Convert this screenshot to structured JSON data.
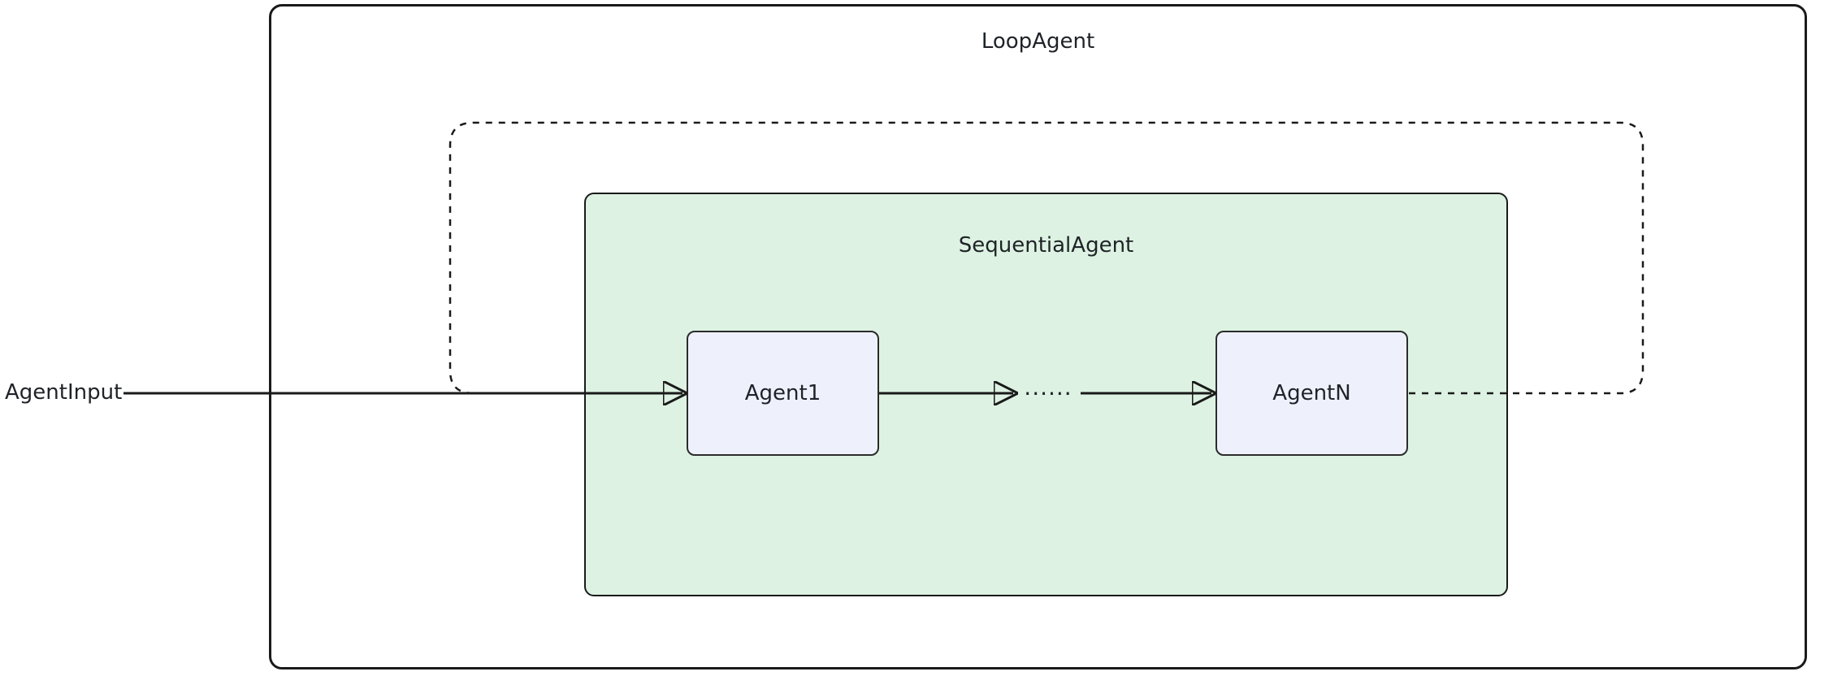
{
  "diagram": {
    "outer": {
      "label": "LoopAgent"
    },
    "sequential": {
      "label": "SequentialAgent"
    },
    "agent1": {
      "label": "Agent1"
    },
    "agentN": {
      "label": "AgentN"
    },
    "input": {
      "label": "AgentInput"
    },
    "dots": "......",
    "colors": {
      "sequential_fill": "#ddf2e2",
      "agent_fill": "#eef1fc",
      "border": "#1a1a1a",
      "line": "#1a1a1a"
    }
  }
}
